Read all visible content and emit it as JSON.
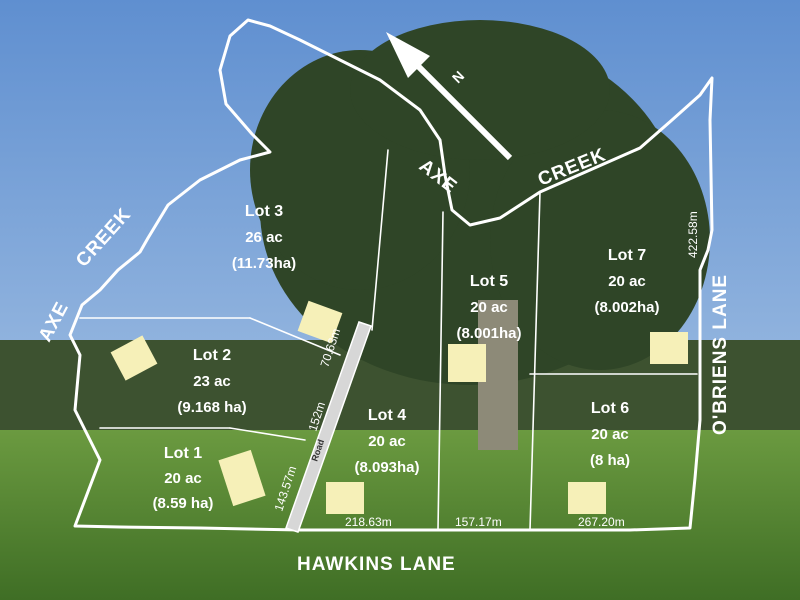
{
  "map": {
    "north_label": "N",
    "roads": {
      "creek_upper_a": "AXE",
      "creek_upper_b": "CREEK",
      "creek_left_a": "AXE",
      "creek_left_b": "CREEK",
      "obriens": "O'BRIENS LANE",
      "hawkins": "HAWKINS LANE",
      "internal": "Road"
    },
    "lots": [
      {
        "name": "Lot 1",
        "acres": "20 ac",
        "hectares": "(8.59 ha)"
      },
      {
        "name": "Lot 2",
        "acres": "23 ac",
        "hectares": "(9.168 ha)"
      },
      {
        "name": "Lot 3",
        "acres": "26 ac",
        "hectares": "(11.73ha)"
      },
      {
        "name": "Lot 4",
        "acres": "20 ac",
        "hectares": "(8.093ha)"
      },
      {
        "name": "Lot 5",
        "acres": "20 ac",
        "hectares": "(8.001ha)"
      },
      {
        "name": "Lot 6",
        "acres": "20 ac",
        "hectares": "(8 ha)"
      },
      {
        "name": "Lot 7",
        "acres": "20 ac",
        "hectares": "(8.002ha)"
      }
    ],
    "dimensions": {
      "d_70": "70.63m",
      "d_152": "152m",
      "d_143": "143.57m",
      "d_218": "218.63m",
      "d_157": "157.17m",
      "d_267": "267.20m",
      "d_422": "422.58m"
    },
    "colors": {
      "sky": "#7fa8dc",
      "field": "#5a8a36",
      "boundary": "#ffffff",
      "house_marker": "#f6f0b8"
    }
  }
}
